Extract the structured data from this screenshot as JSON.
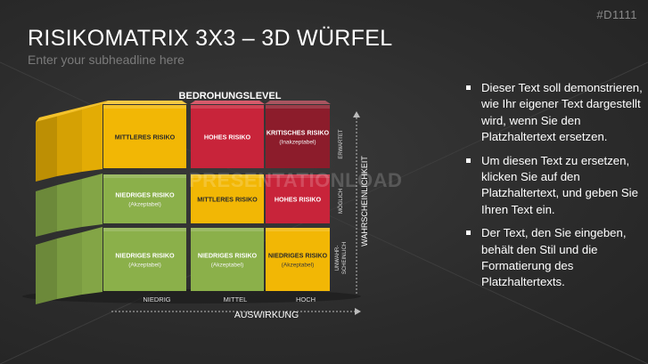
{
  "slide": {
    "code": "#D1111",
    "title": "RISIKOMATRIX 3X3 – 3D WÜRFEL",
    "subtitle": "Enter your subheadline here",
    "watermark": "PRESENTATIONLOAD"
  },
  "matrix": {
    "top_label": "BEDROHUNGSLEVEL",
    "x_axis_label": "AUSWIRKUNG",
    "y_axis_label": "WAHRSCHEINLICHKEIT",
    "x_levels": [
      "NIEDRIG",
      "MITTEL",
      "HOCH"
    ],
    "y_levels": [
      "ERWARTET",
      "MÖGLICH",
      "UNWAHR-|SCHEINLICH"
    ],
    "cells": [
      [
        {
          "title": "MITTLERES RISIKO",
          "note": "",
          "color": "#f2b705"
        },
        {
          "title": "HOHES RISIKO",
          "note": "",
          "color": "#c8243a"
        },
        {
          "title": "KRITISCHES RISIKO",
          "note": "(Inakzeptabel)",
          "color": "#8c1c2b"
        }
      ],
      [
        {
          "title": "NIEDRIGES RISIKO",
          "note": "(Akzeptabel)",
          "color": "#8bb04a"
        },
        {
          "title": "MITTLERES RISIKO",
          "note": "",
          "color": "#f2b705"
        },
        {
          "title": "HOHES RISIKO",
          "note": "",
          "color": "#c8243a"
        }
      ],
      [
        {
          "title": "NIEDRIGES RISIKO",
          "note": "(Akzeptabel)",
          "color": "#8bb04a"
        },
        {
          "title": "NIEDRIGES RISIKO",
          "note": "(Akzeptabel)",
          "color": "#8bb04a"
        },
        {
          "title": "NIEDRIGES RISIKO",
          "note": "(Akzeptabel)",
          "color": "#f2b705"
        }
      ]
    ]
  },
  "bullets": [
    "Dieser Text soll demonstrieren, wie Ihr eigener Text dargestellt wird, wenn Sie den Platzhaltertext ersetzen.",
    "Um diesen Text zu ersetzen, klicken Sie auf den Platzhaltertext, und geben Sie Ihren Text ein.",
    "Der Text, den Sie eingeben, behält den Stil und die Formatierung des Platzhaltertexts."
  ]
}
